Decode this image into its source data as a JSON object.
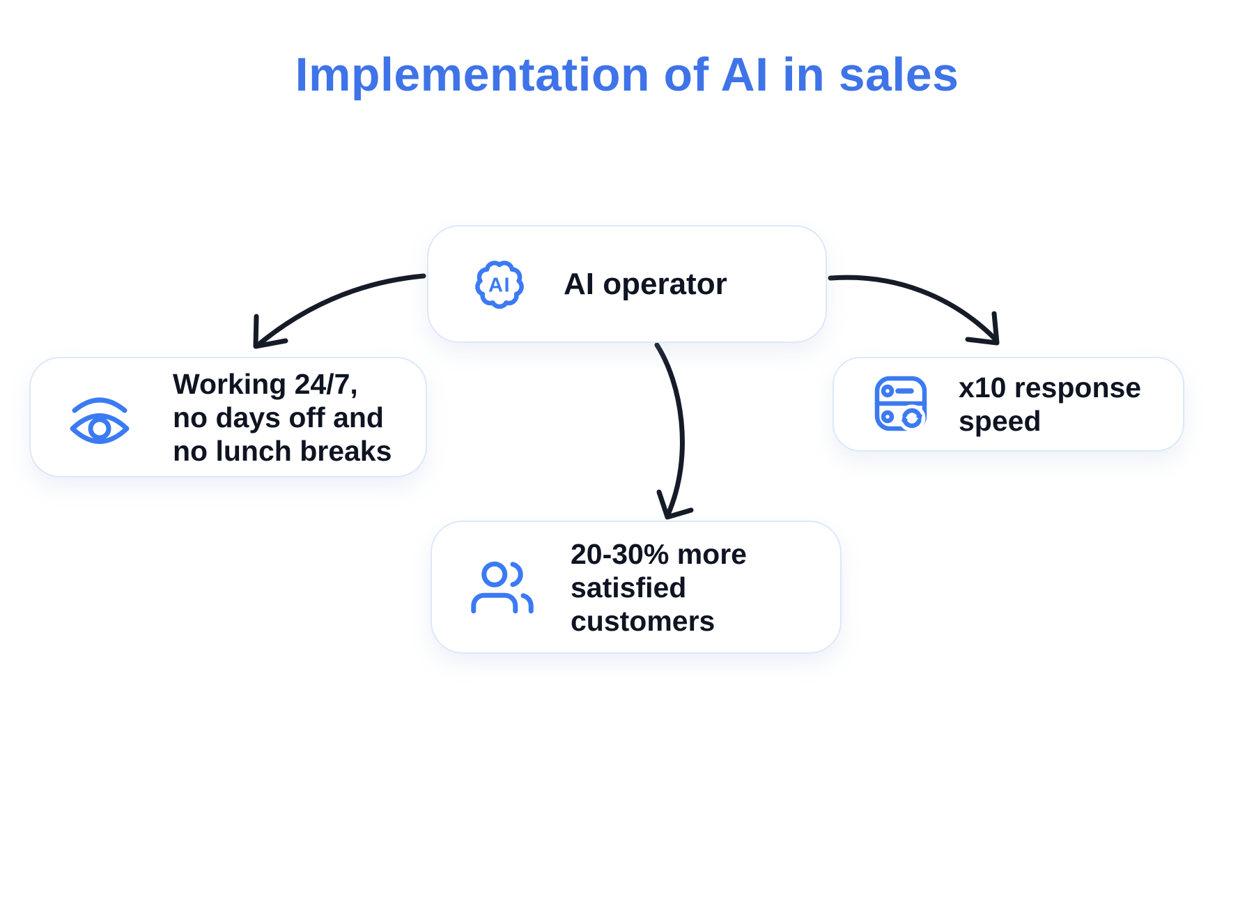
{
  "page": {
    "title": "Implementation of AI in sales"
  },
  "colors": {
    "accent_blue": "#3F73E8",
    "icon_blue": "#3B7AF2",
    "text_dark": "#0F1422",
    "arrow_dark": "#161B28",
    "box_border": "#DDE8FA"
  },
  "nodes": {
    "center": {
      "icon": "ai-brain-icon",
      "icon_label": "AI",
      "label": "AI operator"
    },
    "left": {
      "icon": "eye-icon",
      "lines": [
        "Working 24/7,",
        "no days off and",
        "no lunch breaks"
      ]
    },
    "bottom": {
      "icon": "people-icon",
      "lines": [
        "20-30% more",
        "satisfied",
        "customers"
      ]
    },
    "right": {
      "icon": "server-sync-icon",
      "lines": [
        "x10 response",
        "speed"
      ]
    }
  },
  "arrows": [
    {
      "name": "arrow-center-to-left"
    },
    {
      "name": "arrow-center-to-bottom"
    },
    {
      "name": "arrow-center-to-right"
    }
  ]
}
